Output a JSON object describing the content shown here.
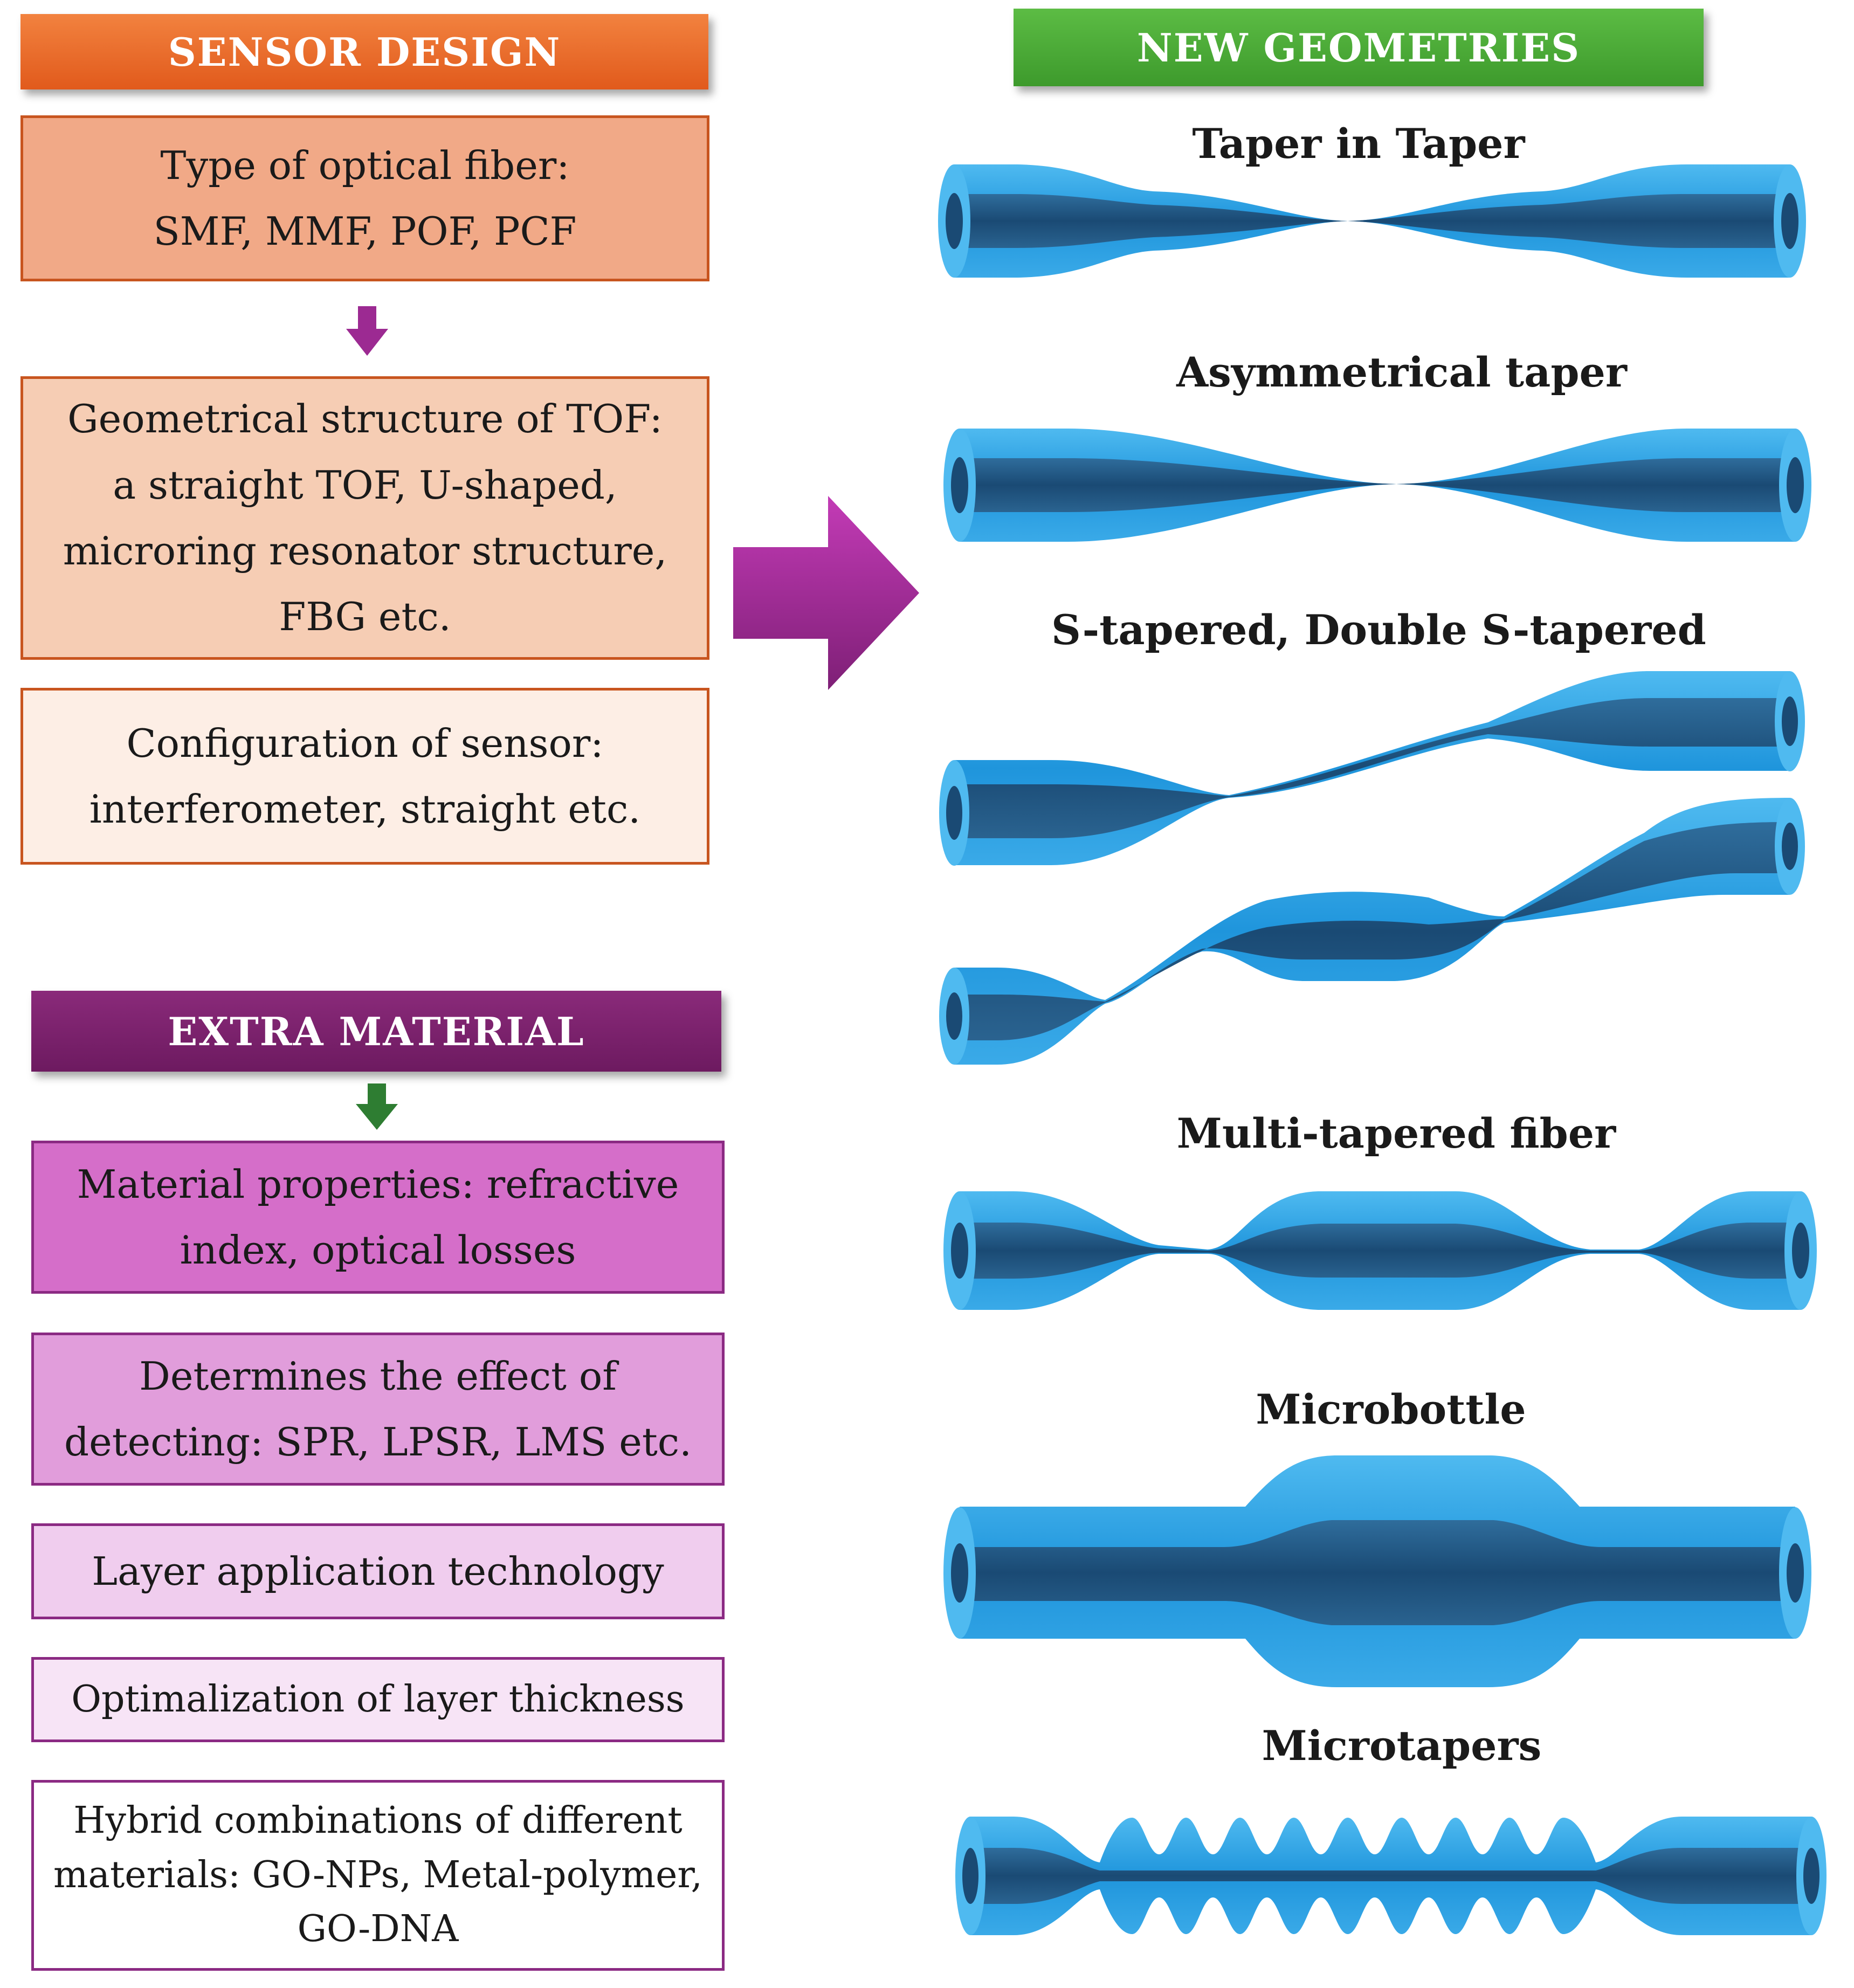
{
  "left": {
    "sensor_design": {
      "header": "SENSOR DESIGN",
      "boxes": [
        {
          "lines": [
            "Type of optical fiber:",
            "SMF, MMF, POF, PCF"
          ]
        },
        {
          "lines": [
            "Geometrical structure of TOF:",
            "a straight TOF, U-shaped,",
            "microring resonator structure,",
            "FBG etc."
          ]
        },
        {
          "lines": [
            "Configuration of sensor:",
            "interferometer, straight etc."
          ]
        }
      ]
    },
    "extra_material": {
      "header": "EXTRA MATERIAL",
      "boxes": [
        {
          "lines": [
            "Material properties: refractive",
            "index, optical losses"
          ]
        },
        {
          "lines": [
            "Determines the effect of",
            "detecting: SPR, LPSR, LMS etc."
          ]
        },
        {
          "lines": [
            "Layer application technology"
          ]
        },
        {
          "lines": [
            "Optimalization of layer thickness"
          ]
        },
        {
          "lines": [
            "Hybrid combinations of different",
            "materials: GO-NPs, Metal-polymer,",
            "GO-DNA"
          ]
        }
      ]
    }
  },
  "right": {
    "header": "NEW GEOMETRIES",
    "geometries": [
      {
        "title": "Taper in Taper"
      },
      {
        "title": "Asymmetrical taper"
      },
      {
        "title": "S-tapered, Double S-tapered"
      },
      {
        "title": "Multi-tapered fiber"
      },
      {
        "title": "Microbottle"
      },
      {
        "title": "Microtapers"
      }
    ]
  },
  "colors": {
    "sensor_header": "#e8652a",
    "extra_header": "#7a1f6a",
    "geometries_header": "#4caa35",
    "fiber_outer": "#2aa3e8",
    "fiber_core": "#1f4f78"
  }
}
